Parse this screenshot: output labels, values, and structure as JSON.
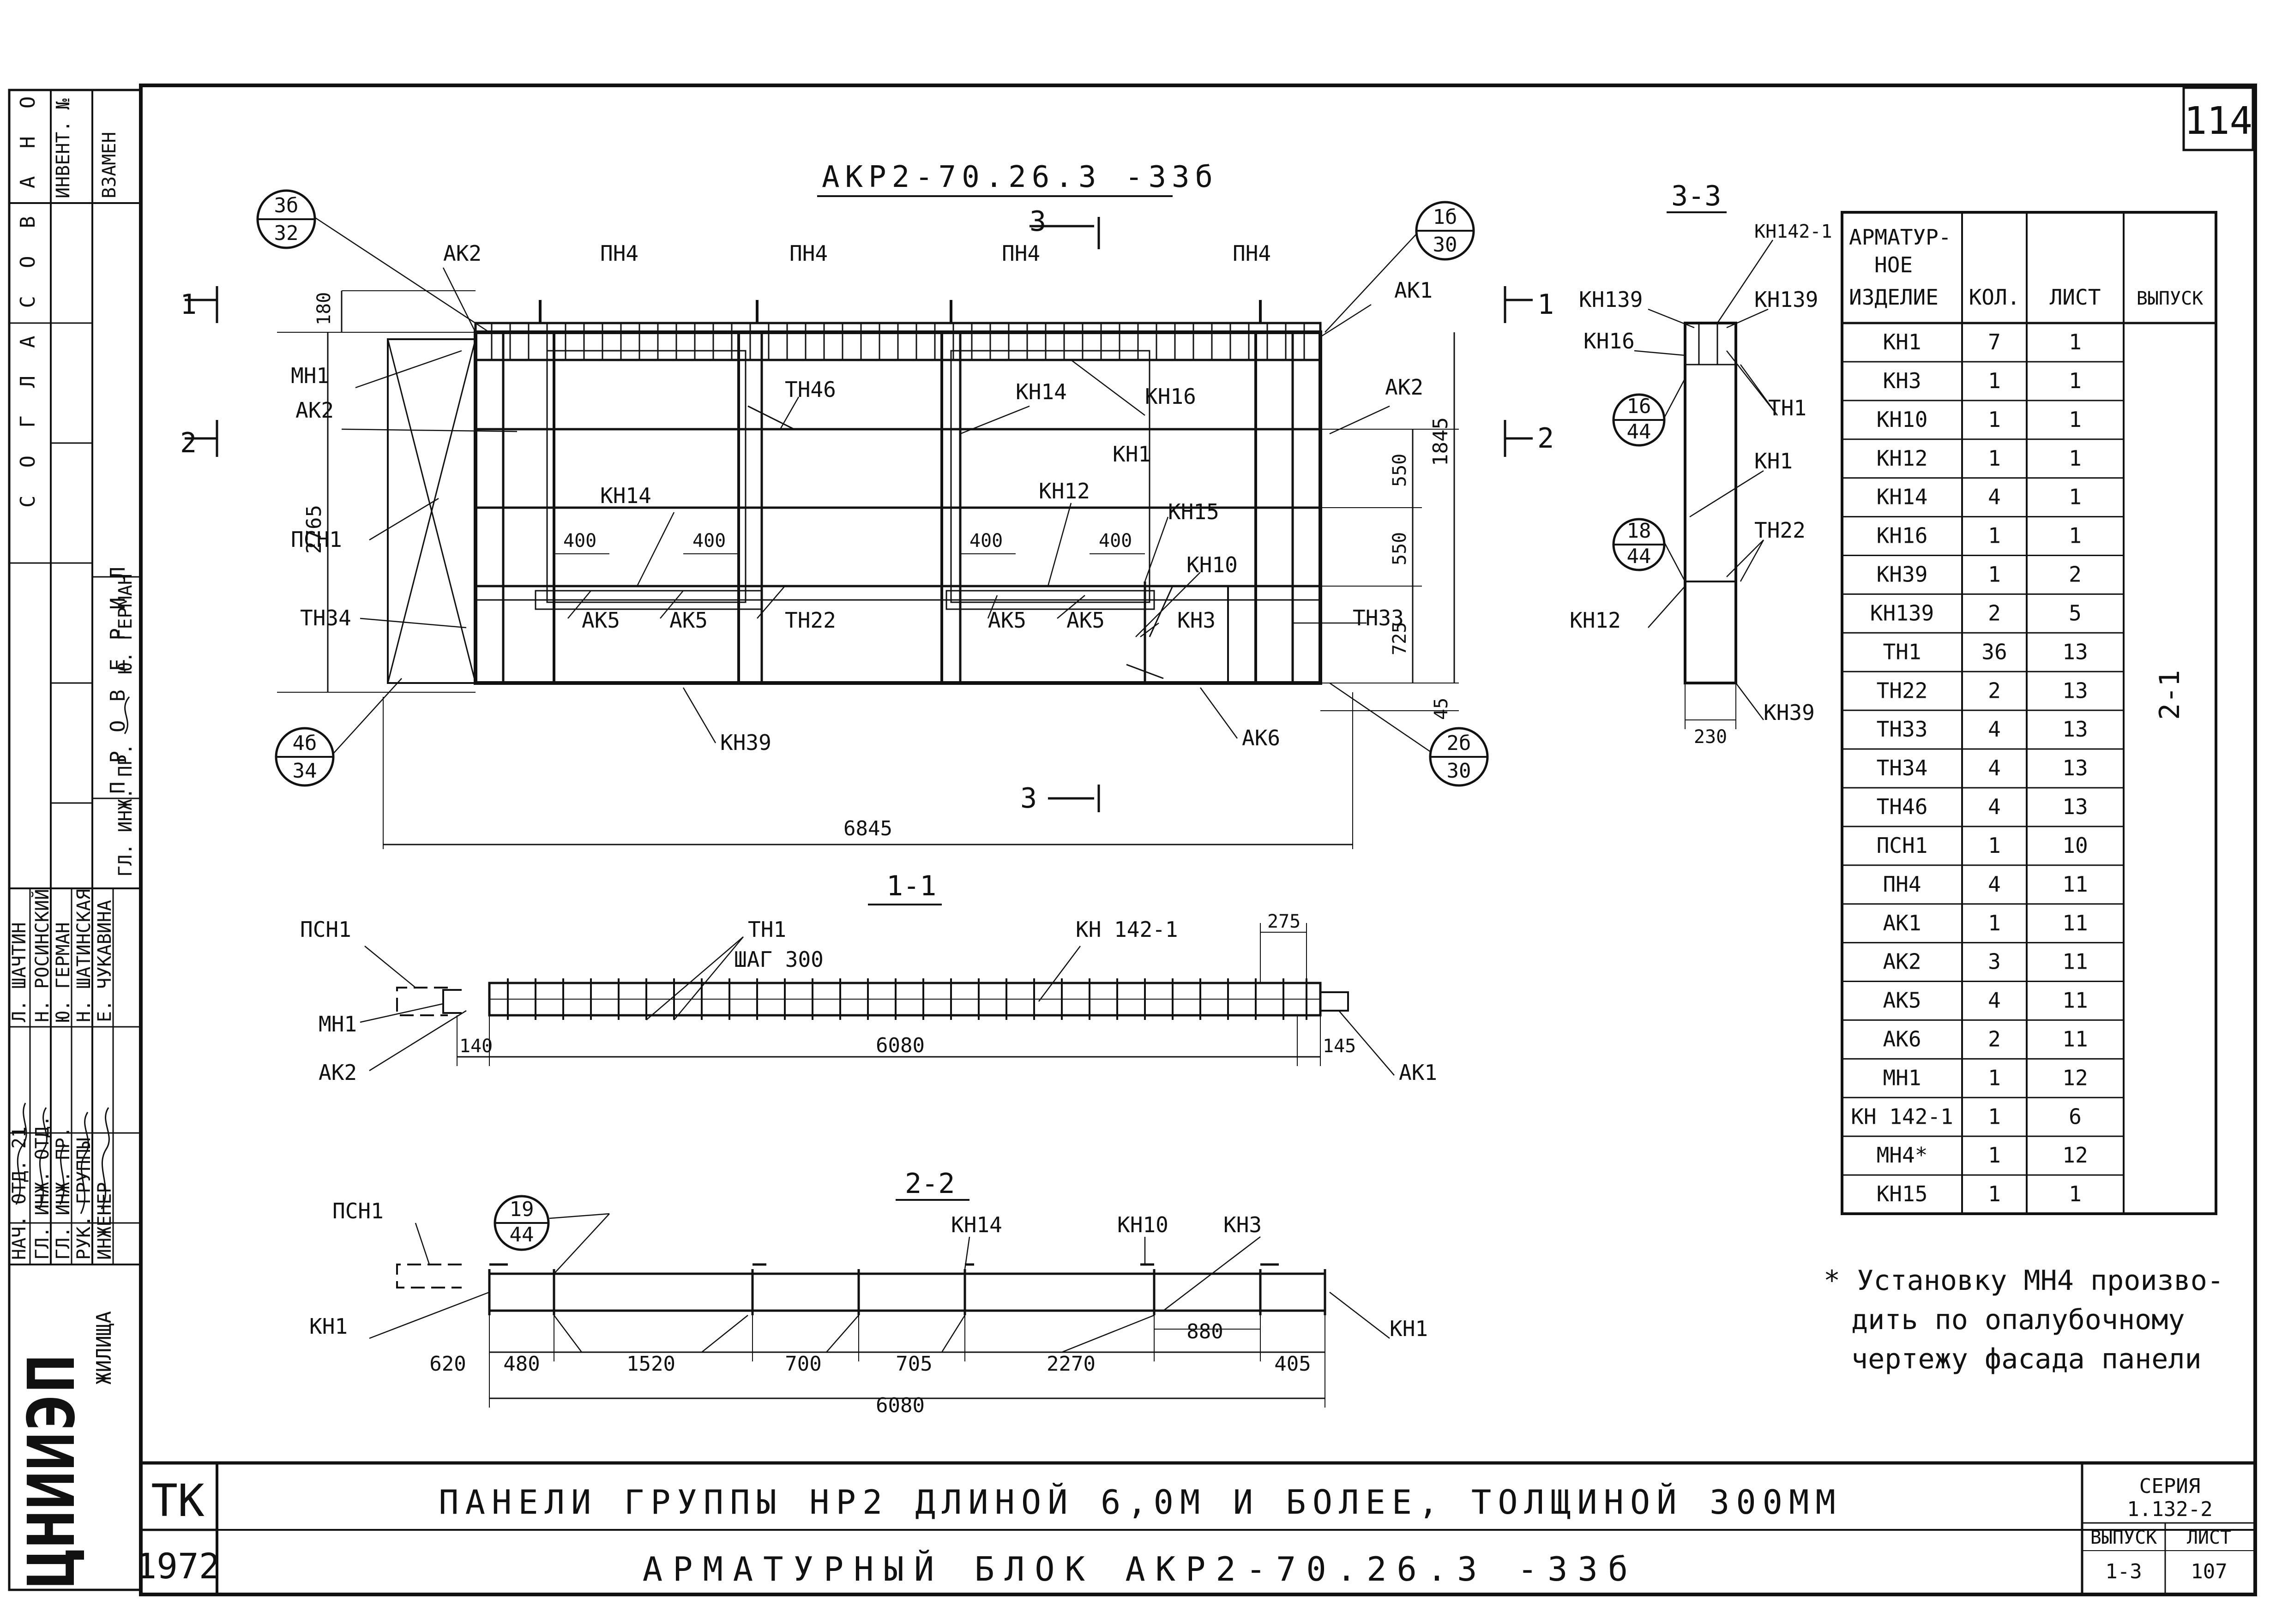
{
  "sheet_number": "114",
  "drawing_title": "АКР2-70.26.3 -33б",
  "side_stamp": {
    "column_labels": [
      "ИНВЕНТ. №",
      "ВЗАМЕН"
    ],
    "vertical_text": "СОГЛАСОВАНО",
    "roles": [
      "НАЧ. ОТД. 21",
      "ГЛ. ИНЖ. ОТД.",
      "ГЛ. ИНЖ. ПР.",
      "РУК. ГРУППЫ",
      "ИНЖЕНЕР"
    ],
    "names": [
      "Л. ШАЧТИН",
      "Н. РОСИНСКИЙ",
      "Ю. ГЕРМАН",
      "Н. ШАТИНСКАЯ",
      "Е. ЧУКАВИНА"
    ],
    "check_label": "ПРОВЕРИЛ",
    "check_role": "ГЛ. ИНЖ. ПР.",
    "check_name": "Ю. ГЕРМАН",
    "org_logo": "ЦНИИЭП",
    "org_name": "ЖИЛИЩА"
  },
  "main_view": {
    "callouts": {
      "c1": {
        "top": "3б",
        "bottom": "32"
      },
      "c2": {
        "top": "1б",
        "bottom": "30"
      },
      "c3": {
        "top": "4б",
        "bottom": "34"
      },
      "c4": {
        "top": "2б",
        "bottom": "30"
      }
    },
    "section_marks": {
      "s1": "1",
      "s2": "2",
      "s3": "3"
    },
    "labels": {
      "ak2_a": "АК2",
      "pn4_a": "ПН4",
      "pn4_b": "ПН4",
      "pn4_c": "ПН4",
      "pn4_d": "ПН4",
      "ak1_a": "АК1",
      "mn1": "МН1",
      "ak2_b": "АК2",
      "ak2_c": "АК2",
      "tn46": "ТН46",
      "kn14_a": "КН14",
      "kn16": "КН16",
      "kn1": "КН1",
      "psn1": "ПСН1",
      "kn14_b": "КН14",
      "kn12": "КН12",
      "kn15": "КН15",
      "kn10": "КН10",
      "tn34": "ТН34",
      "ak5_a": "АК5",
      "ak5_b": "АК5",
      "tn22": "ТН22",
      "ak5_c": "АК5",
      "ak5_d": "АК5",
      "kn3": "КН3",
      "tn33": "ТН33",
      "kn39": "КН39",
      "ak6": "АК6"
    },
    "dims": {
      "d180": "180",
      "d2765": "2765",
      "d1845": "1845",
      "d550a": "550",
      "d550b": "550",
      "d725": "725",
      "d45": "45",
      "d400a": "400",
      "d400b": "400",
      "d400c": "400",
      "d400d": "400",
      "d6845": "6845"
    }
  },
  "section_3_3": {
    "title": "3-3",
    "labels": {
      "kn142": "КН142-1",
      "kn139_a": "КН139",
      "kn139_b": "КН139",
      "kn16": "КН16",
      "tn1": "ТН1",
      "kn1": "КН1",
      "tn22": "ТН22",
      "kn12": "КН12",
      "kn39": "КН39"
    },
    "callouts": {
      "a": {
        "top": "16",
        "bottom": "44"
      },
      "b": {
        "top": "18",
        "bottom": "44"
      }
    },
    "dim": "230"
  },
  "section_1_1": {
    "title": "1-1",
    "labels": {
      "psn1": "ПСН1",
      "tn1": "ТН1",
      "step": "ШАГ 300",
      "kn142": "КН 142-1",
      "mn1": "МН1",
      "ak2": "АК2",
      "ak1": "АК1"
    },
    "dims": {
      "d275": "275",
      "d140": "140",
      "d6080": "6080",
      "d145": "145"
    }
  },
  "section_2_2": {
    "title": "2-2",
    "labels": {
      "psn1": "ПСН1",
      "kn14": "КН14",
      "kn10": "КН10",
      "kn3": "КН3",
      "kn1_a": "КН1",
      "kn1_b": "КН1"
    },
    "callout": {
      "top": "19",
      "bottom": "44"
    },
    "dims": [
      "620",
      "480",
      "1520",
      "700",
      "705",
      "2270",
      "880",
      "405"
    ],
    "total": "6080"
  },
  "spec_table": {
    "headers": [
      "АРМАТУР-НОЕ ИЗДЕЛИЕ",
      "КОЛ.",
      "ЛИСТ",
      "ВЫПУСК"
    ],
    "header_lines": [
      "АРМАТУР-",
      "НОЕ",
      "ИЗДЕЛИЕ"
    ],
    "release": "2-1",
    "rows": [
      [
        "КН1",
        "7",
        "1"
      ],
      [
        "КН3",
        "1",
        "1"
      ],
      [
        "КН10",
        "1",
        "1"
      ],
      [
        "КН12",
        "1",
        "1"
      ],
      [
        "КН14",
        "4",
        "1"
      ],
      [
        "КН16",
        "1",
        "1"
      ],
      [
        "КН39",
        "1",
        "2"
      ],
      [
        "КН139",
        "2",
        "5"
      ],
      [
        "ТН1",
        "36",
        "13"
      ],
      [
        "ТН22",
        "2",
        "13"
      ],
      [
        "ТН33",
        "4",
        "13"
      ],
      [
        "ТН34",
        "4",
        "13"
      ],
      [
        "ТН46",
        "4",
        "13"
      ],
      [
        "ПСН1",
        "1",
        "10"
      ],
      [
        "ПН4",
        "4",
        "11"
      ],
      [
        "АК1",
        "1",
        "11"
      ],
      [
        "АК2",
        "3",
        "11"
      ],
      [
        "АК5",
        "4",
        "11"
      ],
      [
        "АК6",
        "2",
        "11"
      ],
      [
        "МН1",
        "1",
        "12"
      ],
      [
        "КН 142-1",
        "1",
        "6"
      ],
      [
        "МН4*",
        "1",
        "12"
      ],
      [
        "КН15",
        "1",
        "1"
      ]
    ]
  },
  "note": [
    "* Установку МН4 произво-",
    "дить по опалубочному",
    "чертежу фасада панели"
  ],
  "title_block": {
    "org": "ТК",
    "year": "1972",
    "line1": "ПАНЕЛИ ГРУППЫ НР2 ДЛИНОЙ 6,0М И БОЛЕЕ, ТОЛЩИНОЙ 300ММ",
    "line2": "АРМАТУРНЫЙ БЛОК АКР2-70.26.3 -33б",
    "series_label": "СЕРИЯ",
    "series_value": "1.132-2",
    "issue_label": "ВЫПУСК",
    "issue_value": "1-3",
    "sheet_label": "ЛИСТ",
    "sheet_value": "107"
  }
}
